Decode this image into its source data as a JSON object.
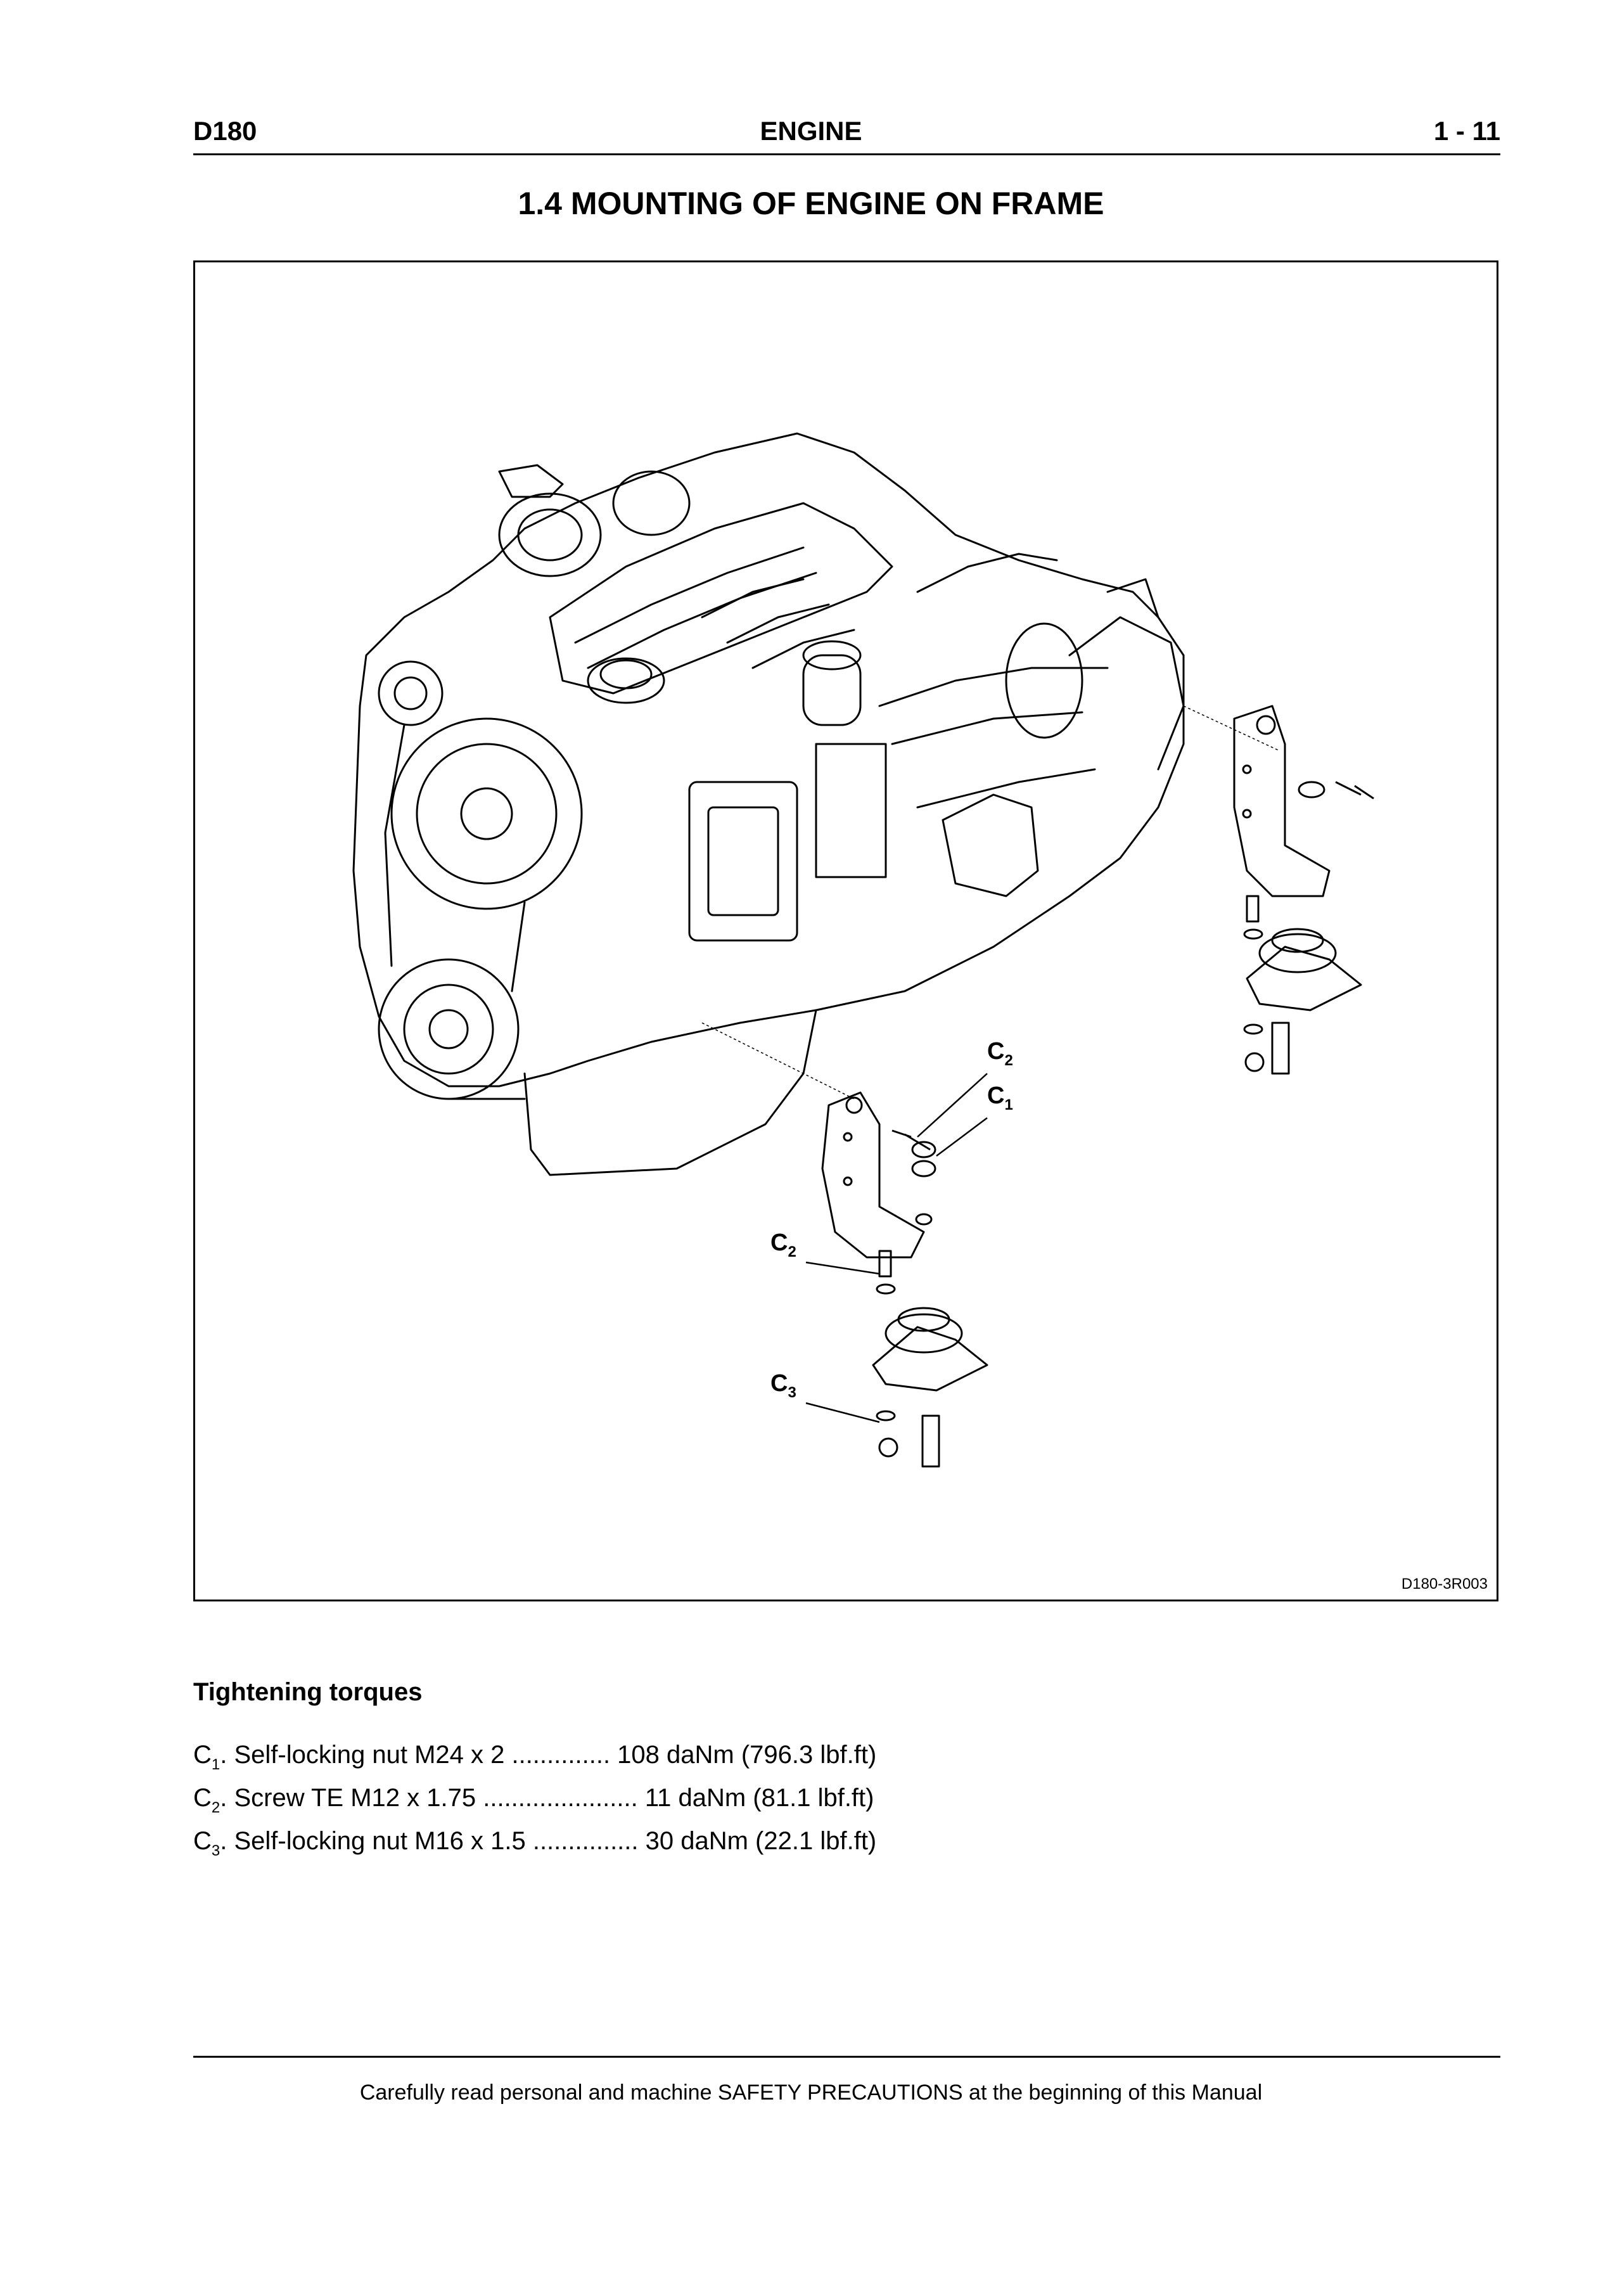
{
  "header": {
    "left": "D180",
    "center": "ENGINE",
    "right": "1 - 11"
  },
  "section": {
    "title": "1.4  MOUNTING OF ENGINE ON FRAME"
  },
  "figure": {
    "reference": "D180-3R003",
    "callouts": [
      {
        "letter": "C",
        "sub": "2"
      },
      {
        "letter": "C",
        "sub": "1"
      },
      {
        "letter": "C",
        "sub": "2"
      },
      {
        "letter": "C",
        "sub": "3"
      }
    ]
  },
  "torques": {
    "title": "Tightening torques",
    "items": [
      {
        "letter": "C",
        "sub": "1",
        "text": ".  Self-locking nut M24 x 2 .............. 108 daNm (796.3 lbf.ft)"
      },
      {
        "letter": "C",
        "sub": "2",
        "text": ".  Screw TE M12 x 1.75 ...................... 11 daNm (81.1 lbf.ft)"
      },
      {
        "letter": "C",
        "sub": "3",
        "text": ".  Self-locking nut M16 x 1.5 ............... 30 daNm (22.1 lbf.ft)"
      }
    ]
  },
  "footer": {
    "text": "Carefully read personal and machine SAFETY PRECAUTIONS at the beginning of this Manual"
  }
}
